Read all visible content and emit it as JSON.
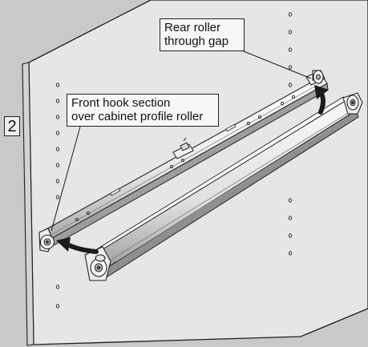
{
  "step_number": "2",
  "callouts": {
    "rear_roller": [
      "Rear roller",
      "through gap"
    ],
    "front_hook": [
      "Front hook section",
      "over cabinet profile roller"
    ]
  },
  "colors": {
    "background": "#c9c9c9",
    "cabinet_panel": "#e5e5e5",
    "rail_light": "#f4f4f4",
    "rail_shadow": "#a9a9a9",
    "arrow": "#1b1b1b"
  }
}
